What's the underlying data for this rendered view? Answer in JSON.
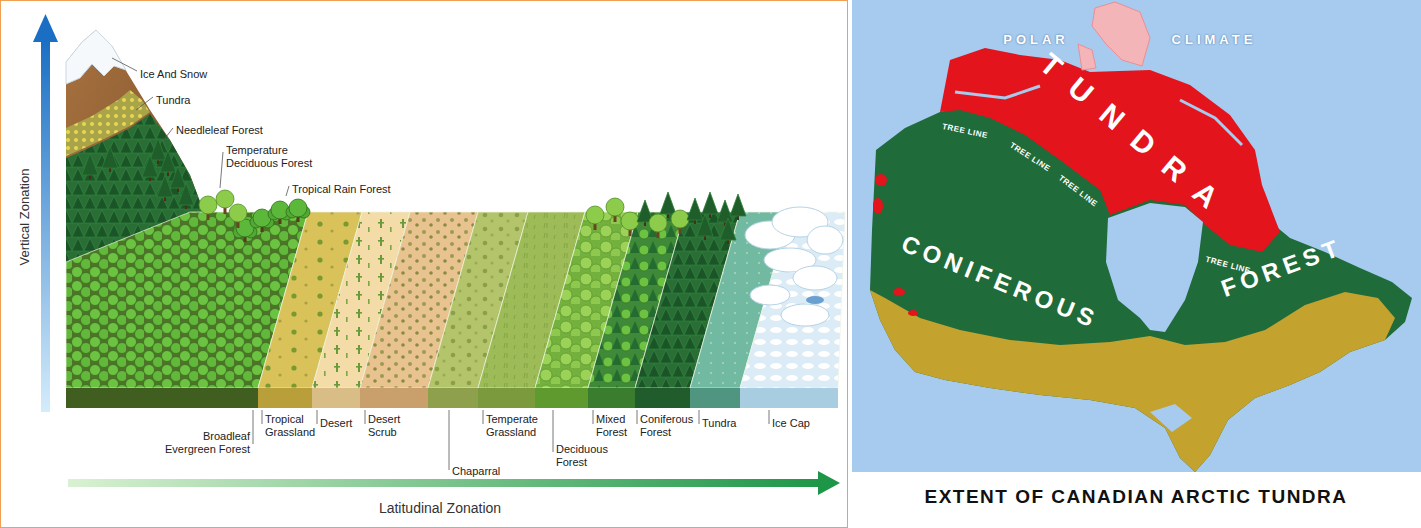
{
  "diagram": {
    "caption": "EXTENT OF CANADIAN ARCTIC TUNDRA",
    "labels": [
      "Vertical Zonation",
      "Latitudinal Zonation",
      "Ice And Snow",
      "Tundra",
      "Needleleaf Forest",
      "Temperature Deciduous Forest",
      "Tropical Rain Forest",
      "Broadleaf Evergreen Forest",
      "Tropical Grassland",
      "Desert",
      "Desert Scrub",
      "Chaparral",
      "Temperate Grassland",
      "Deciduous Forest",
      "Mixed Forest",
      "Coniferous Forest",
      "Tundra",
      "Ice Cap",
      "POLAR",
      "CLIMATE",
      "TUNDRA",
      "TREE LINE",
      "TREE LINE",
      "TREE LINE",
      "TREE LINE",
      "CONIFEROUS",
      "FOREST"
    ]
  }
}
